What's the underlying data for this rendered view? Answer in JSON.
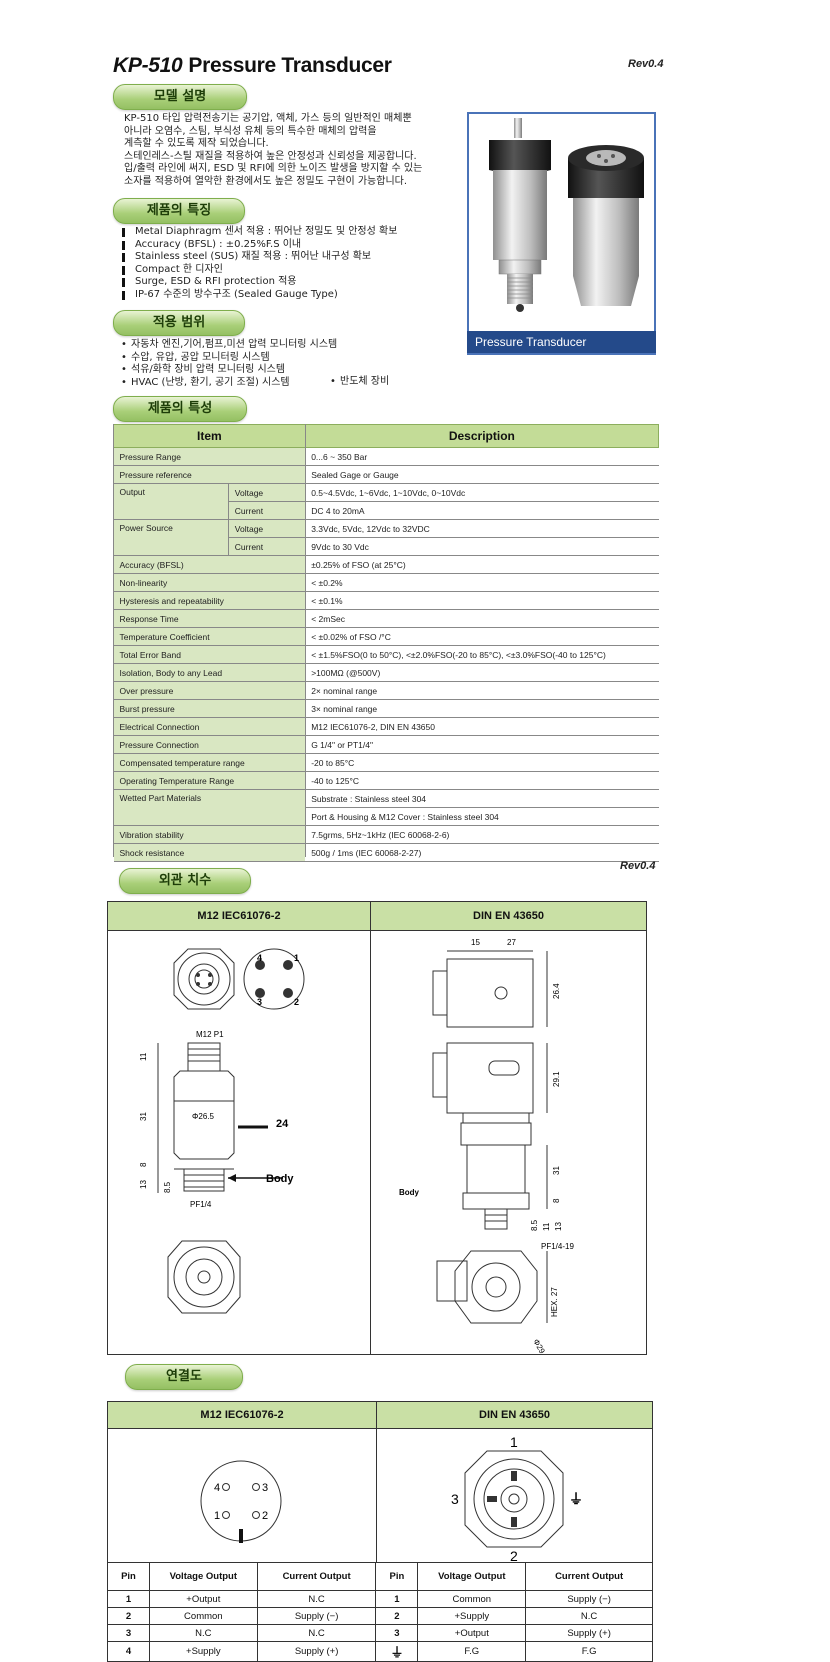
{
  "header": {
    "model": "KP-510",
    "name": "Pressure Transducer",
    "rev": "Rev0.4"
  },
  "sections": {
    "model_desc": "모델 설명",
    "features": "제품의 특징",
    "application": "적용 범위",
    "specs": "제품의 특성",
    "dimensions": "외관 치수",
    "connection": "연결도"
  },
  "model_desc": {
    "lines": [
      "KP-510 타입 압력전송기는 공기압, 액체, 가스 등의 일반적인 매체뿐",
      "아니라 오염수, 스팀, 부식성 유체 등의 특수한 매체의 압력을",
      "계측할 수 있도록 제작 되었습니다.",
      "스테인레스-스틸 재질을 적용하여 높은 안정성과 신뢰성을 제공합니다.",
      "입/출력 라인에 써지, ESD 및 RFI에 의한 노이즈 발생을 방지할 수 있는",
      "소자를 적용하여 열악한 환경에서도 높은 정밀도 구현이 가능합니다."
    ]
  },
  "features": [
    "Metal Diaphragm 센서 적용 : 뛰어난 정밀도 및 안정성 확보",
    "Accuracy (BFSL) : ±0.25%F.S 이내",
    "Stainless steel (SUS) 재질 적용 : 뛰어난 내구성 확보",
    "Compact 한 디자인",
    "Surge, ESD & RFI protection 적용",
    "IP-67 수준의 방수구조 (Sealed Gauge Type)"
  ],
  "applications": [
    "자동차 엔진,기어,펌프,미션 압력 모니터링 시스템",
    "수압, 유압, 공압 모니터링 시스템",
    "석유/화학 장비 압력 모니터링 시스템",
    "HVAC (난방, 환기, 공기 조절) 시스템"
  ],
  "application_extra": "반도체 장비",
  "photo_caption": "Pressure Transducer",
  "spec_table": {
    "head_item": "Item",
    "head_desc": "Description",
    "r_range": [
      "Pressure Range",
      "0...6 ~ 350 Bar"
    ],
    "r_ref": [
      "Pressure reference",
      "Sealed Gage or Gauge"
    ],
    "output": "Output",
    "power": "Power Source",
    "voltage": "Voltage",
    "current": "Current",
    "out_v": "0.5~4.5Vdc, 1~6Vdc, 1~10Vdc, 0~10Vdc",
    "out_c": "DC 4 to 20mA",
    "pow_v": "3.3Vdc, 5Vdc, 12Vdc to 32VDC",
    "pow_c": "9Vdc to 30 Vdc",
    "rows": [
      [
        "Accuracy (BFSL)",
        "±0.25% of FSO (at 25°C)"
      ],
      [
        "Non-linearity",
        "< ±0.2%"
      ],
      [
        "Hysteresis and repeatability",
        "< ±0.1%"
      ],
      [
        "Response Time",
        "< 2mSec"
      ],
      [
        "Temperature Coefficient",
        "< ±0.02% of FSO /°C"
      ],
      [
        "Total Error Band",
        "< ±1.5%FSO(0 to 50°C), <±2.0%FSO(-20 to 85°C), <±3.0%FSO(-40 to 125°C)"
      ],
      [
        "Isolation, Body to any Lead",
        ">100MΩ (@500V)"
      ],
      [
        "Over pressure",
        "2× nominal range"
      ],
      [
        "Burst pressure",
        "3× nominal range"
      ],
      [
        "Electrical Connection",
        "M12 IEC61076-2, DIN EN 43650"
      ],
      [
        "Pressure Connection",
        "G 1/4\" or PT1/4\""
      ],
      [
        "Compensated temperature range",
        "-20 to  85°C"
      ],
      [
        "Operating Temperature Range",
        "-40 to  125°C"
      ]
    ],
    "wetted": "Wetted Part Materials",
    "wetted_1": "Substrate : Stainless steel 304",
    "wetted_2": "Port & Housing & M12 Cover : Stainless steel 304",
    "rows2": [
      [
        "Vibration stability",
        "7.5grms, 5Hz~1kHz (IEC 60068-2-6)"
      ],
      [
        "Shock resistance",
        "500g / 1ms (IEC 60068-2-27)"
      ]
    ]
  },
  "dims": {
    "m12": "M12 IEC61076-2",
    "din": "DIN EN 43650",
    "m12_p1": "M12 P1",
    "d11": "11",
    "d31": "31",
    "d8": "8",
    "d13": "13",
    "d85": "8.5",
    "dia": "Φ26.5",
    "hex": "24",
    "body": "Body",
    "pf": "PF1/4",
    "din_15": "15",
    "din_27": "27",
    "din_264": "26.4",
    "din_291": "29.1",
    "din_31": "31",
    "din_8": "8",
    "din_85": "8.5",
    "din_11": "11",
    "din_13": "13",
    "din_pf": "PF1/4-19",
    "din_hex": "HEX. 27",
    "din_dia": "Φ29.5",
    "pins": [
      "4",
      "1",
      "3",
      "2"
    ]
  },
  "connection": {
    "m12": "M12 IEC61076-2",
    "din": "DIN EN 43650",
    "m12_pins": [
      "4",
      "3",
      "1",
      "2"
    ],
    "din_pins": [
      "1",
      "3",
      "2",
      "⏚"
    ],
    "h_pin": "Pin",
    "h_volt": "Voltage Output",
    "h_curr": "Current Output",
    "rows": [
      [
        "1",
        "+Output",
        "N.C",
        "1",
        "Common",
        "Supply (−)"
      ],
      [
        "2",
        "Common",
        "Supply (−)",
        "2",
        "+Supply",
        "N.C"
      ],
      [
        "3",
        "N.C",
        "N.C",
        "3",
        "+Output",
        "Supply (+)"
      ],
      [
        "4",
        "+Supply",
        "Supply (+)",
        "⏚",
        "F.G",
        "F.G"
      ]
    ]
  }
}
